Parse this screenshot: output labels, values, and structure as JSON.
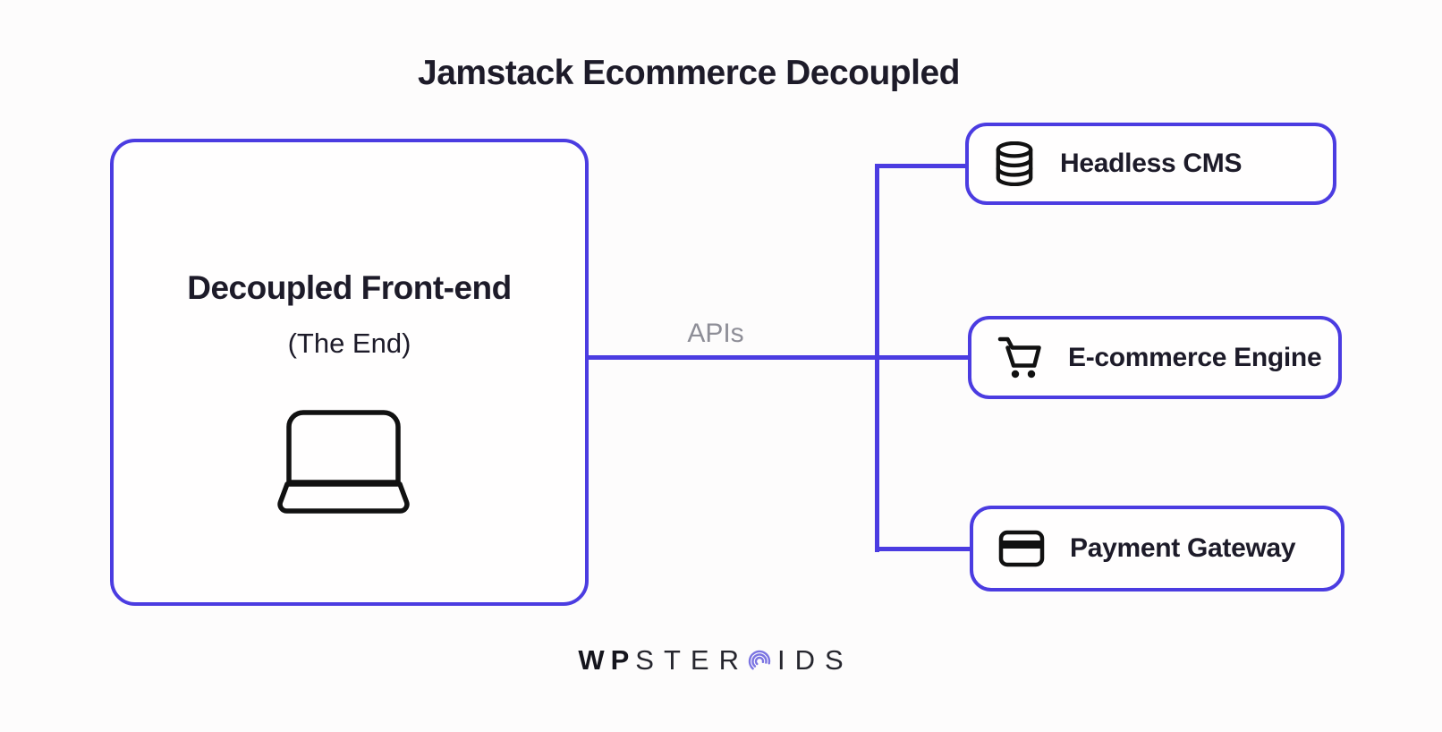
{
  "title": "Jamstack Ecommerce Decoupled",
  "front_end": {
    "title": "Decoupled Front-end",
    "subtitle": "(The End)",
    "icon": "laptop-icon"
  },
  "connector": {
    "label": "APIs"
  },
  "services": [
    {
      "label": "Headless CMS",
      "icon": "database-icon"
    },
    {
      "label": "E-commerce Engine",
      "icon": "shopping-cart-icon"
    },
    {
      "label": "Payment Gateway",
      "icon": "credit-card-icon"
    }
  ],
  "footer": {
    "brand_start": "WP",
    "brand_mid": "STER",
    "brand_end": "IDS",
    "icon": "concentric-arcs-icon"
  },
  "colors": {
    "accent": "#4b3ce1",
    "text_dark": "#1d1b29",
    "muted_gray": "#8e8e97",
    "icon_black": "#111111",
    "logo_accent": "#7b74e2",
    "background": "#fdfcfc"
  }
}
